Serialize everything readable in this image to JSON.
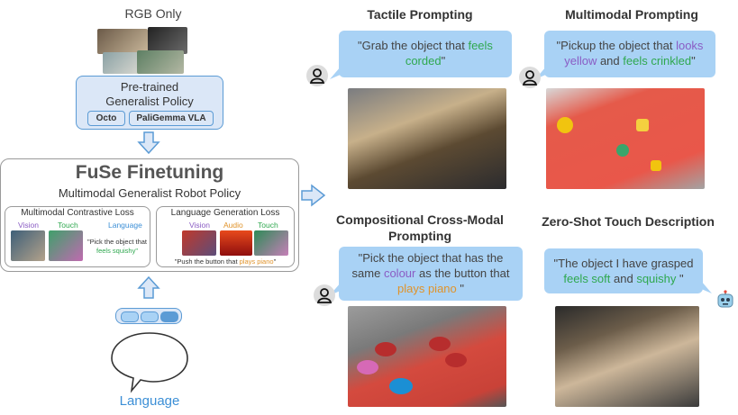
{
  "left": {
    "rgb_only": "RGB Only",
    "pretrained": {
      "line1": "Pre-trained",
      "line2": "Generalist Policy",
      "models": [
        "Octo",
        "PaliGemma VLA"
      ]
    },
    "fuse": {
      "title": "FuSe Finetuning",
      "subtitle": "Multimodal Generalist Robot Policy"
    },
    "contrastive": {
      "title": "Multimodal Contrastive Loss",
      "vision": "Vision",
      "touch": "Touch",
      "language": "Language",
      "quote_a": "\"Pick the object that",
      "quote_b": "feels squishy\""
    },
    "generation": {
      "title": "Language Generation Loss",
      "vision": "Vision",
      "audio": "Audio",
      "touch": "Touch",
      "caption_a": "\"Push the button that ",
      "caption_b": "plays piano",
      "caption_c": "\""
    },
    "language_label": "Language"
  },
  "panels": {
    "tactile": {
      "title": "Tactile Prompting",
      "q1": "\"Grab the object that ",
      "hl": "feels",
      "q2": "corded",
      "q3": "\""
    },
    "multimodal": {
      "title": "Multimodal Prompting",
      "q1": "\"Pickup the object that ",
      "hl1": "looks",
      "hl2": "yellow",
      "mid": " and ",
      "hl3": "feels crinkled",
      "q2": "\""
    },
    "compositional": {
      "title1": "Compositional Cross-Modal",
      "title2": "Prompting",
      "q1": "\"Pick the object that has the",
      "q2": "same ",
      "hl1": "colour",
      "q3": " as the button that",
      "hl2": "plays piano",
      "q4": " \""
    },
    "zeroshot": {
      "title": "Zero-Shot Touch Description",
      "q1": "\"The object I have grasped",
      "hl1": "feels soft",
      "mid": " and ",
      "hl2": "squishy",
      "q2": " \""
    }
  },
  "colors": {
    "accent_blue": "#5b9bd5",
    "box_fill": "#dbe7f7",
    "green": "#2fa84f",
    "purple": "#8a5cc4",
    "orange": "#e0932a",
    "bubble": "#a9d2f5"
  },
  "icons": [
    "person-icon",
    "robot-icon",
    "speech-bubble-icon",
    "arrow-down-icon",
    "arrow-right-icon"
  ]
}
